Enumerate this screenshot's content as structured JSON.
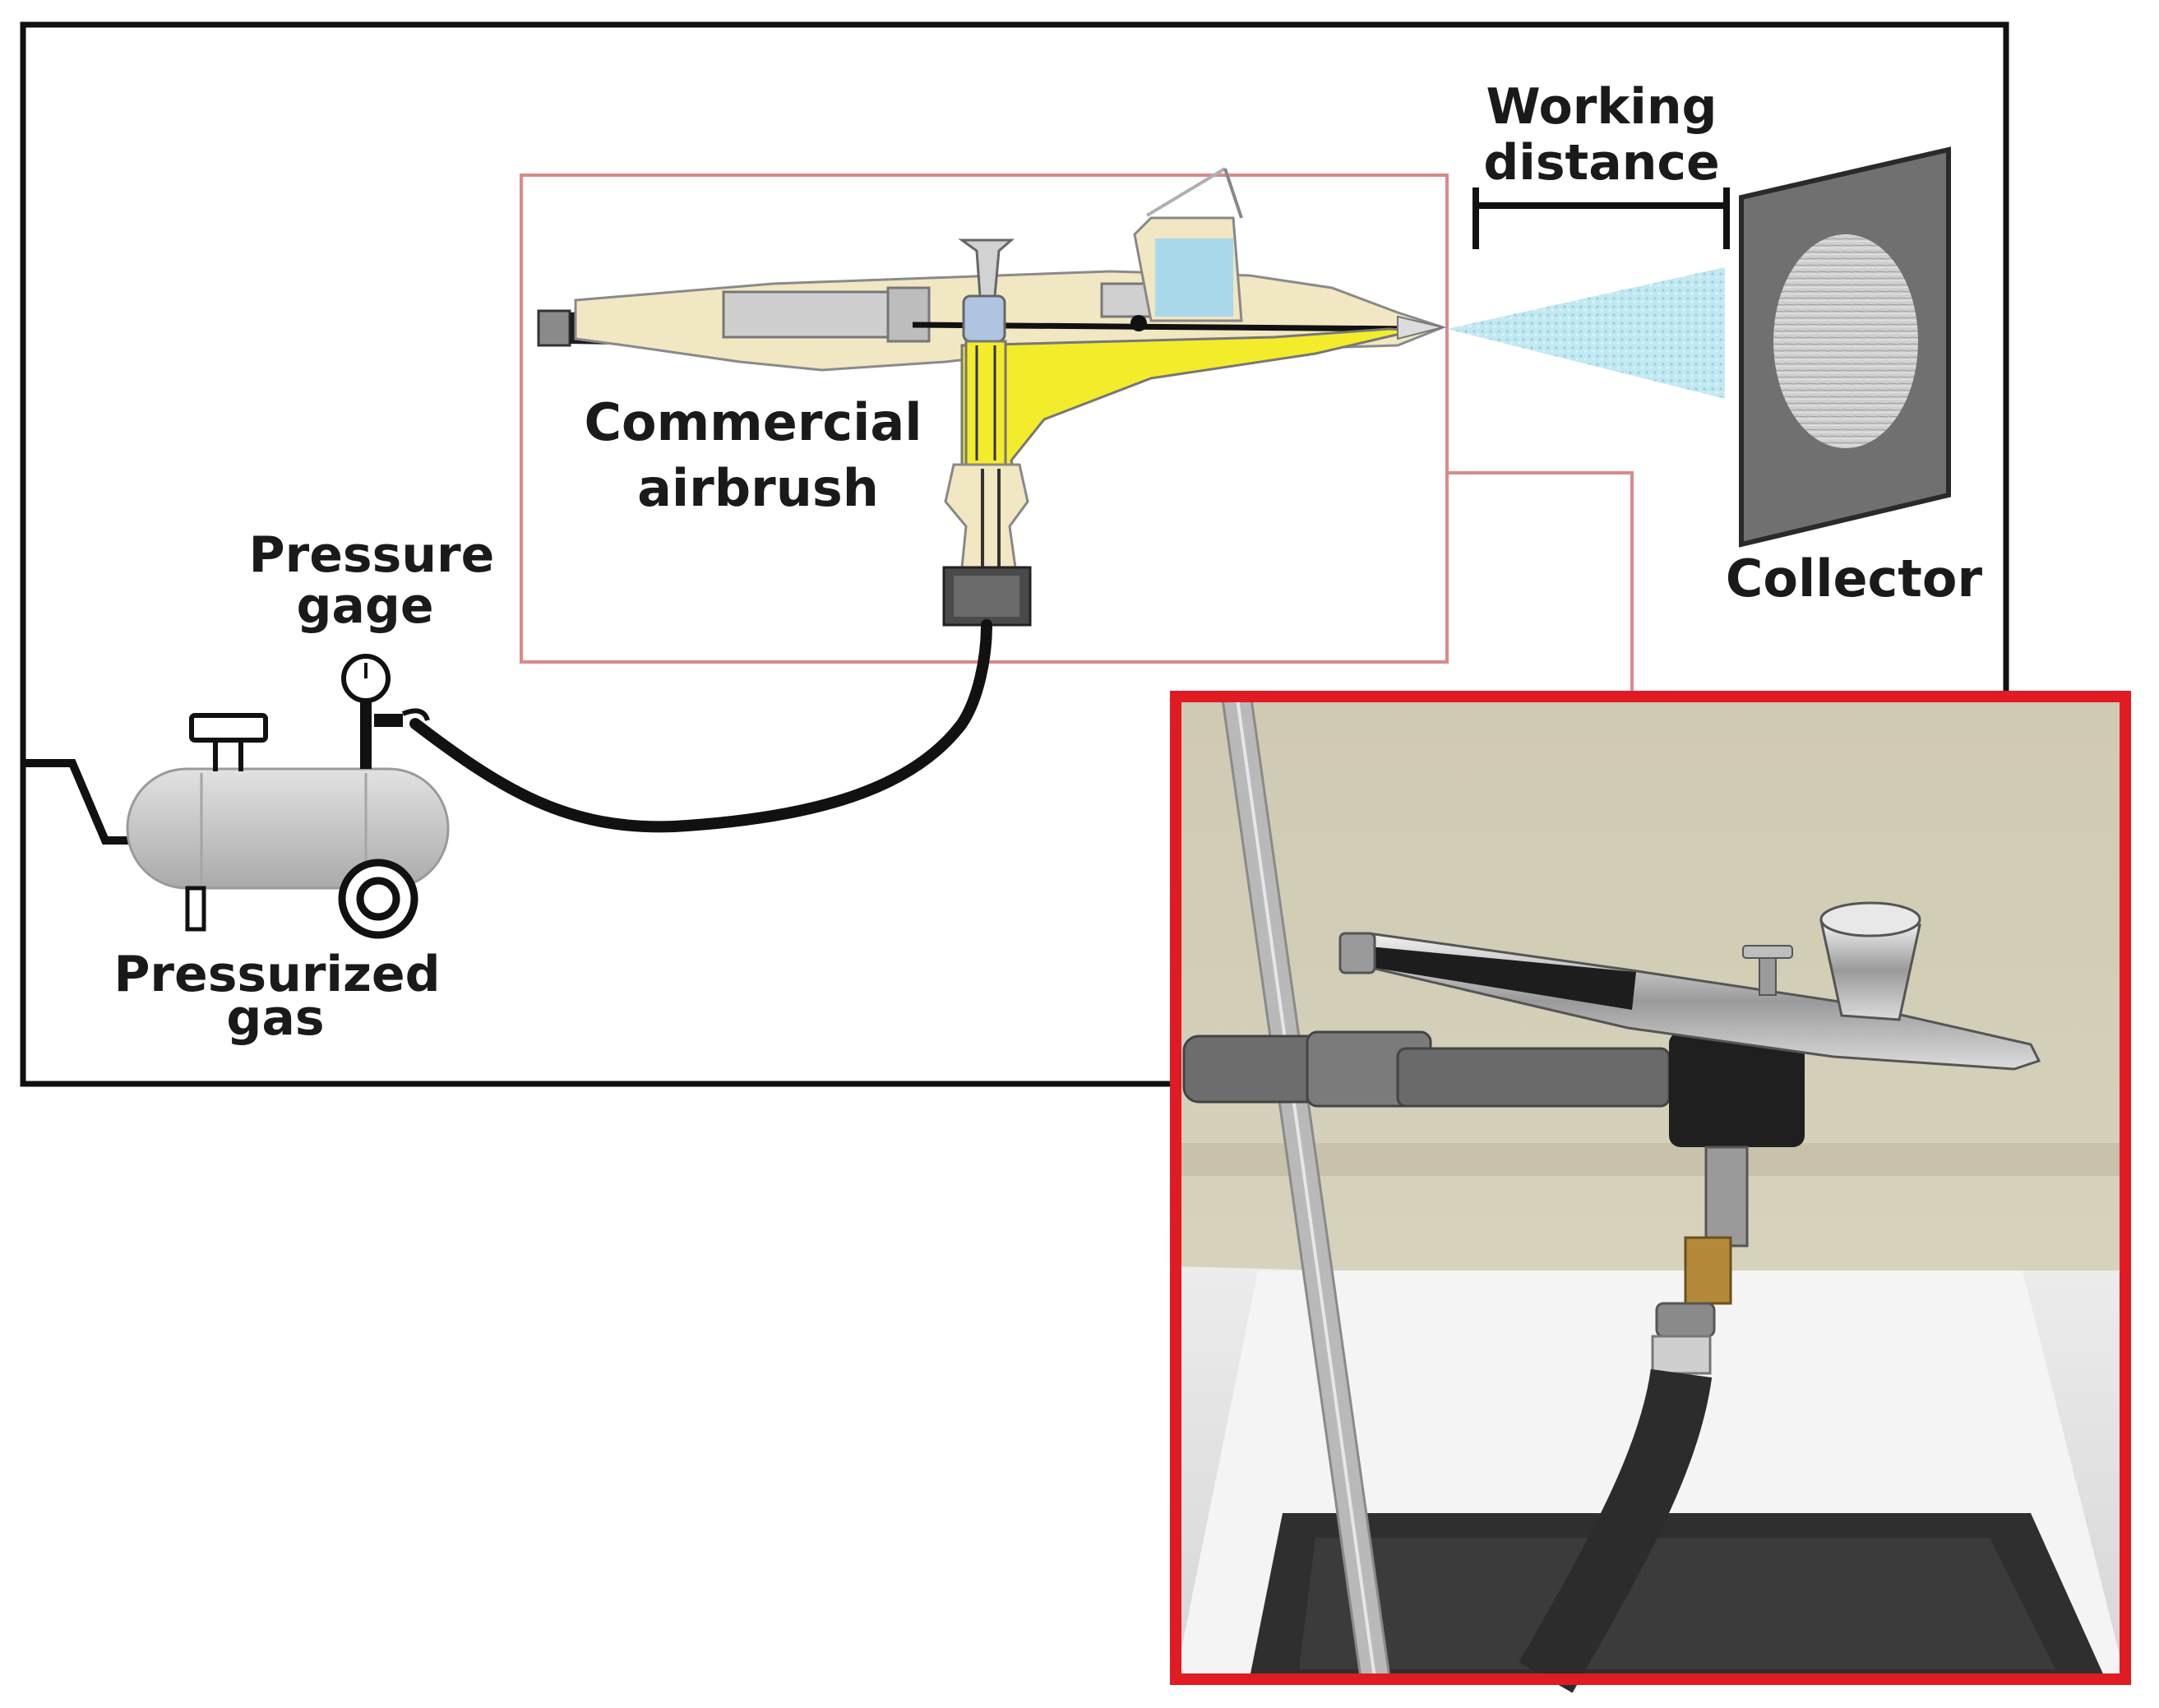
{
  "labels": {
    "working_distance_line1": "Working",
    "working_distance_line2": "distance",
    "commercial_airbrush_line1": "Commercial",
    "commercial_airbrush_line2": "airbrush",
    "pressure_gage_line1": "Pressure",
    "pressure_gage_line2": "gage",
    "collector": "Collector",
    "pressurized_gas_line1": "Pressurized",
    "pressurized_gas_line2": "gas"
  },
  "colors": {
    "outline": "#111111",
    "highlight_red": "#e01b24",
    "zoom_box_red": "#d98a8a",
    "airbrush_body": "#f1e7c3",
    "airbrush_gray": "#bfbfbf",
    "paint_yellow": "#f3ec2a",
    "paint_cup_blue": "#a9d8ea",
    "spray_blue": "#a8dbe8",
    "collector_gray": "#707070",
    "tank_gray": "#c9c9c9"
  },
  "photo": {
    "description_icon": "airbrush-photo"
  }
}
